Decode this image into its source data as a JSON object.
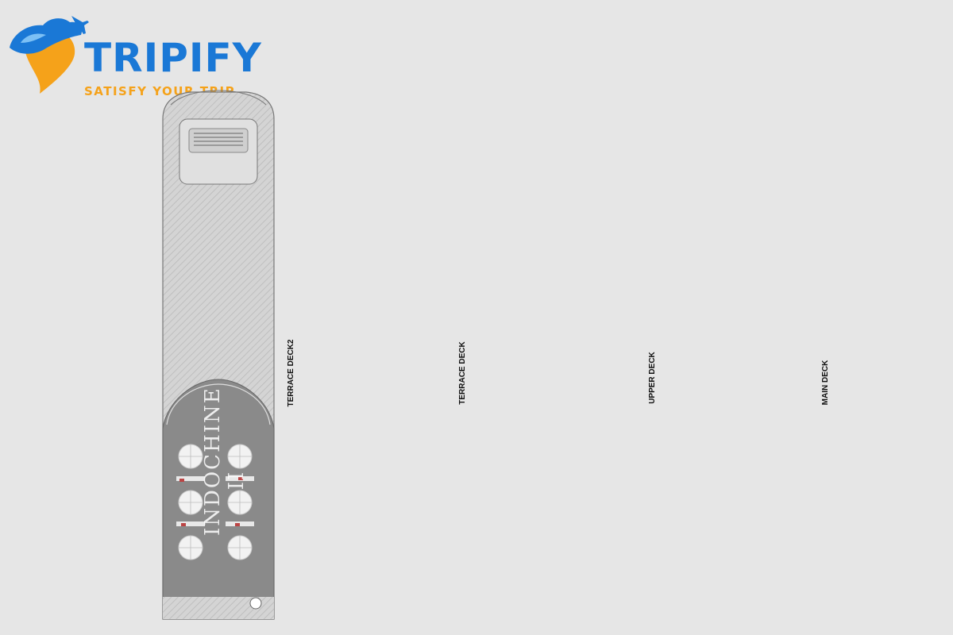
{
  "brand": {
    "name": "TRIPIFY",
    "tagline": "SATISFY YOUR TRIP",
    "colors": {
      "primary": "#1a78d6",
      "accent": "#f5a21a"
    }
  },
  "decks": [
    {
      "id": "terrace-deck2",
      "label": "TERRACE DECK2"
    },
    {
      "id": "terrace-deck",
      "label": "TERRACE DECK"
    },
    {
      "id": "upper-deck",
      "label": "UPPER DECK"
    },
    {
      "id": "main-deck",
      "label": "MAIN DECK"
    }
  ],
  "ship_name": "INDOCHINE II",
  "zone_colors": {
    "restaurant": "#f7a02a",
    "garden": "#8fcf6a",
    "cabins": "#a8f0f2",
    "corridor": "#f2a8e6",
    "lounge": "#fbe03c",
    "suite_blue": "#6aa6e8",
    "suite_green": "#3fe07c",
    "suite_lime": "#e4f23a"
  }
}
